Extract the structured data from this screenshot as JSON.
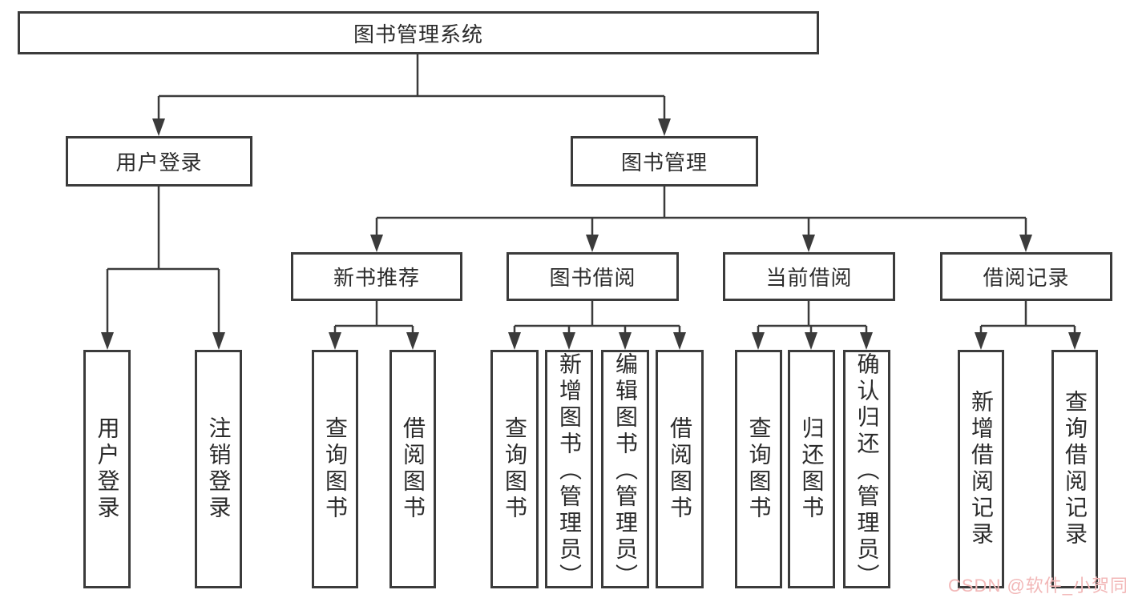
{
  "nodes": {
    "root": {
      "label": "图书管理系统"
    },
    "user_login": {
      "label": "用户登录"
    },
    "book_management": {
      "label": "图书管理"
    },
    "new_book_recommend": {
      "label": "新书推荐"
    },
    "book_borrow": {
      "label": "图书借阅"
    },
    "current_borrow": {
      "label": "当前借阅"
    },
    "borrow_records": {
      "label": "借阅记录"
    }
  },
  "leaves": {
    "user_login": [
      "用户登录",
      "注销登录"
    ],
    "new_book_recommend": [
      "查询图书",
      "借阅图书"
    ],
    "book_borrow": [
      "查询图书",
      "新增图书（管理员）",
      "编辑图书（管理员）",
      "借阅图书"
    ],
    "current_borrow": [
      "查询图书",
      "归还图书",
      "确认归还（管理员）"
    ],
    "borrow_records": [
      "新增借阅记录",
      "查询借阅记录"
    ]
  },
  "watermark": "CSDN @软件_小贺同学",
  "colors": {
    "line": "#3b3b3b",
    "text": "#2b2b2b",
    "watermark": "#f2b7b7"
  }
}
